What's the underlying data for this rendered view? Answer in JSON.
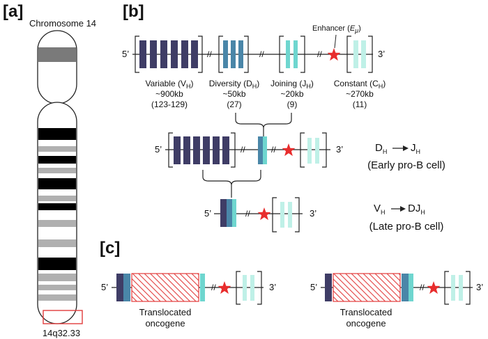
{
  "panels": {
    "a": "[a]",
    "b": "[b]",
    "c": "[c]"
  },
  "chromosome": {
    "title": "Chromosome 14",
    "band": "14q32.33"
  },
  "colors": {
    "variable": "#3f3d66",
    "diversity": "#4a86a8",
    "joining": "#6fd6cf",
    "constant": "#bff0e7",
    "enhancer": "#e82d2d",
    "highlight": "#e23b3b"
  },
  "locus": {
    "enhancer": {
      "pre": "Enhancer (",
      "sym": "E",
      "sub": "μ",
      "post": ")"
    },
    "prime5": "5’",
    "prime3": "3’",
    "break": "//",
    "segments": [
      {
        "name": "Variable (V",
        "sub": "H",
        "close": ")",
        "size": "~900kb",
        "count": "(123-129)"
      },
      {
        "name": "Diversity (D",
        "sub": "H",
        "close": ")",
        "size": "~50kb",
        "count": "(27)"
      },
      {
        "name": "Joining (J",
        "sub": "H",
        "close": ")",
        "size": "~20kb",
        "count": "(9)"
      },
      {
        "name": "Constant (C",
        "sub": "H",
        "close": ")",
        "size": "~270kb",
        "count": "(11)"
      }
    ]
  },
  "steps": [
    {
      "a": "D",
      "a_sub": "H",
      "b": "J",
      "b_sub": "H",
      "stage": "(Early pro-B cell)"
    },
    {
      "a": "V",
      "a_sub": "H",
      "b": "DJ",
      "b_sub": "H",
      "stage": "(Late pro-B cell)"
    }
  ],
  "translocation": {
    "line1": "Translocated",
    "line2": "oncogene"
  }
}
